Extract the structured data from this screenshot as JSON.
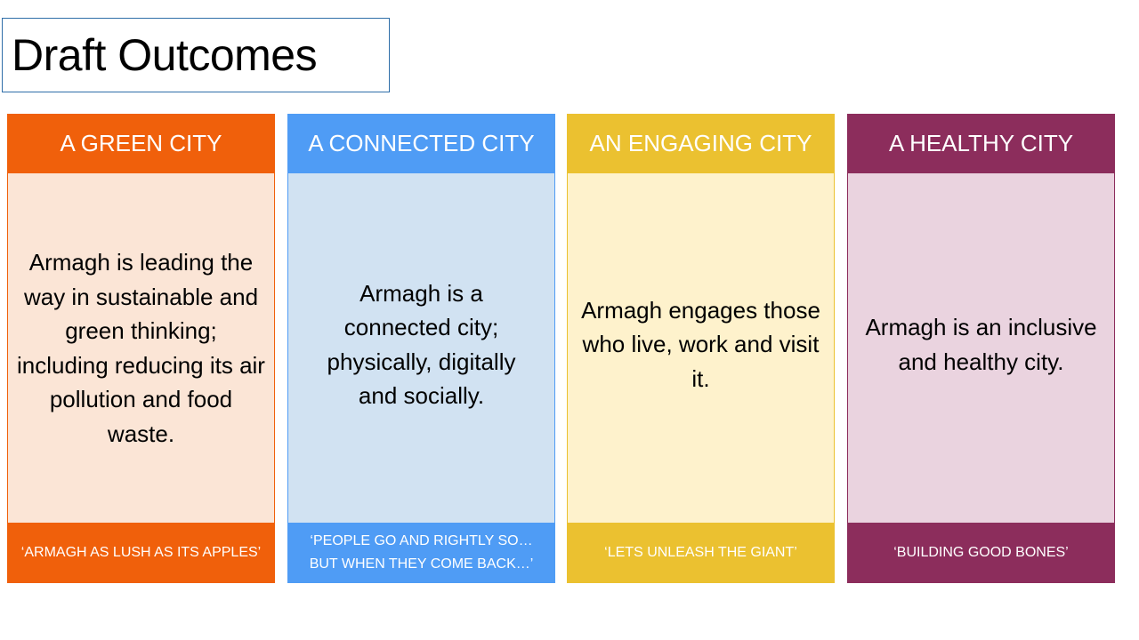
{
  "title": "Draft Outcomes",
  "columns": [
    {
      "header": "A GREEN CITY",
      "body": "Armagh is leading the way in sustainable and green thinking; including reducing its air pollution and food waste.",
      "footer": "‘ARMAGH  AS LUSH AS ITS APPLES’",
      "header_color": "#f0600b",
      "body_color": "#fbe5d6"
    },
    {
      "header": "A CONNECTED CITY",
      "body": "Armagh is a connected city; physically, digitally and socially.",
      "footer": "‘PEOPLE GO AND RIGHTLY SO… BUT WHEN THEY COME BACK…’",
      "header_color": "#4f9cf5",
      "body_color": "#d1e2f2"
    },
    {
      "header": "AN ENGAGING CITY",
      "body": "Armagh engages those who live, work and visit it.",
      "footer": "‘LETS UNLEASH THE GIANT’",
      "header_color": "#ebc130",
      "body_color": "#fef2cc"
    },
    {
      "header": "A HEALTHY CITY",
      "body": "Armagh is an inclusive and healthy city.",
      "footer": "‘BUILDING  GOOD BONES’",
      "header_color": "#8c2d5c",
      "body_color": "#ead3df"
    }
  ]
}
